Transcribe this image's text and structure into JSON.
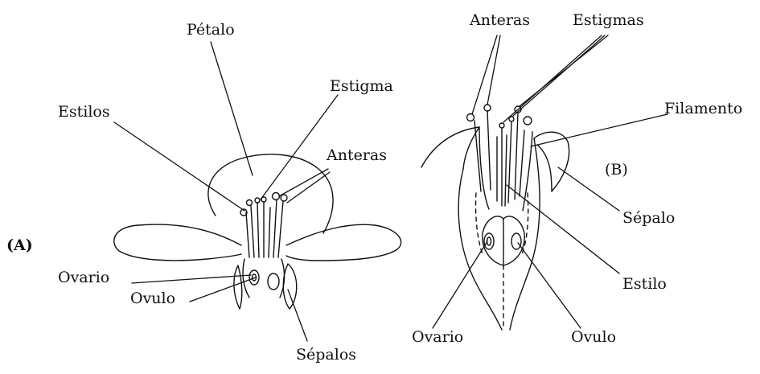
{
  "flower_a": {
    "tag": "(A)",
    "labels": {
      "petalo": "Pétalo",
      "estigma": "Estigma",
      "estilos": "Estilos",
      "anteras": "Anteras",
      "ovario": "Ovario",
      "ovulo": "Ovulo",
      "sepalos": "Sépalos"
    }
  },
  "flower_b": {
    "tag": "(B)",
    "labels": {
      "anteras": "Anteras",
      "estigmas": "Estigmas",
      "filamento": "Filamento",
      "sepalo": "Sépalo",
      "estilo": "Estilo",
      "ovario": "Ovario",
      "ovulo": "Ovulo"
    }
  },
  "colors": {
    "ink": "#111111",
    "background": "#ffffff"
  }
}
